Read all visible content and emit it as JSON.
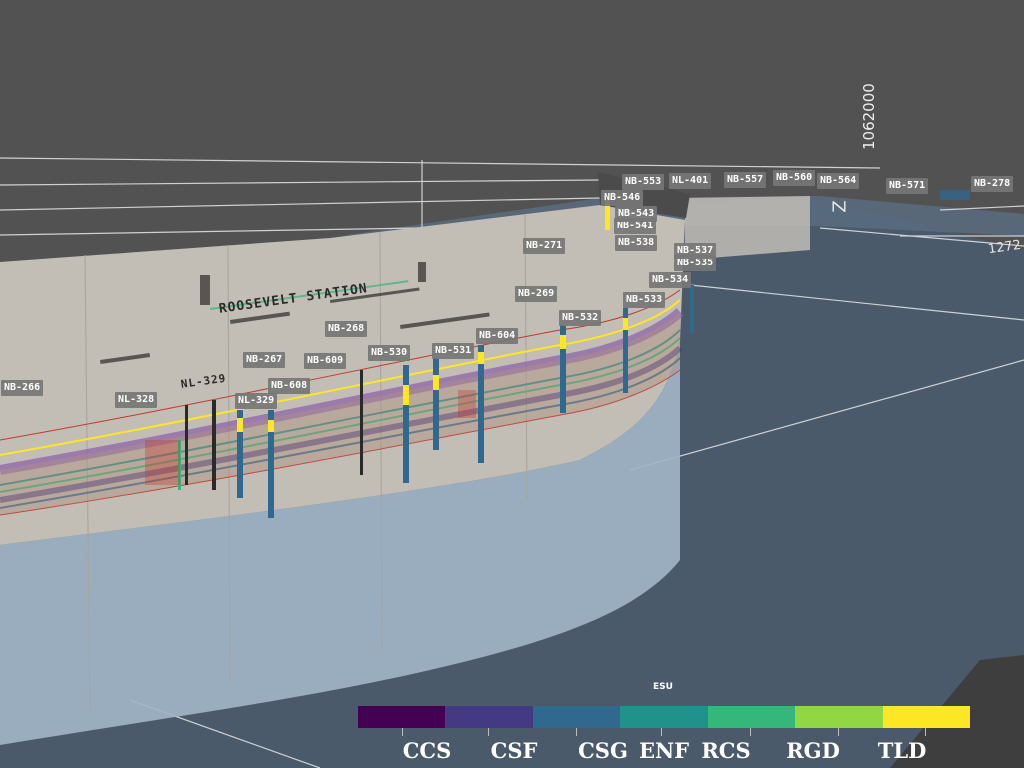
{
  "app": {
    "title": ""
  },
  "scene": {
    "background_color": "#525252",
    "ground_color": "#4a5a6b",
    "wall_color": "#c2bdb5",
    "lower_wall_color": "#9fb4c7"
  },
  "boreholes": [
    {
      "id": "NB-266"
    },
    {
      "id": "NL-328"
    },
    {
      "id": "NL-329"
    },
    {
      "id": "NB-267"
    },
    {
      "id": "NB-608"
    },
    {
      "id": "NB-609"
    },
    {
      "id": "NB-268"
    },
    {
      "id": "NB-530"
    },
    {
      "id": "NB-531"
    },
    {
      "id": "NB-604"
    },
    {
      "id": "NB-269"
    },
    {
      "id": "NB-532"
    },
    {
      "id": "NB-271"
    },
    {
      "id": "NB-533"
    },
    {
      "id": "NB-534"
    },
    {
      "id": "NB-535"
    },
    {
      "id": "NB-537"
    },
    {
      "id": "NB-538"
    },
    {
      "id": "NB-541"
    },
    {
      "id": "NB-543"
    },
    {
      "id": "NB-546"
    },
    {
      "id": "NB-553"
    },
    {
      "id": "NL-401"
    },
    {
      "id": "NB-557"
    },
    {
      "id": "NB-560"
    },
    {
      "id": "NB-564"
    },
    {
      "id": "NB-571"
    },
    {
      "id": "NB-278"
    }
  ],
  "signs": {
    "station": "ROOSEVELT STATION",
    "nl_label": "NL-329"
  },
  "axis": {
    "title": "1062000",
    "z_label": "Z",
    "value": "1272"
  },
  "legend": {
    "title": "ESU",
    "categories": [
      {
        "label": "CCS",
        "color": "#440154"
      },
      {
        "label": "CSF",
        "color": "#443a83"
      },
      {
        "label": "CSG",
        "color": "#31688e"
      },
      {
        "label": "ENF",
        "color": "#21918c"
      },
      {
        "label": "RCS",
        "color": "#35b779"
      },
      {
        "label": "RGD",
        "color": "#90d743"
      },
      {
        "label": "TLD",
        "color": "#fde725"
      }
    ]
  }
}
